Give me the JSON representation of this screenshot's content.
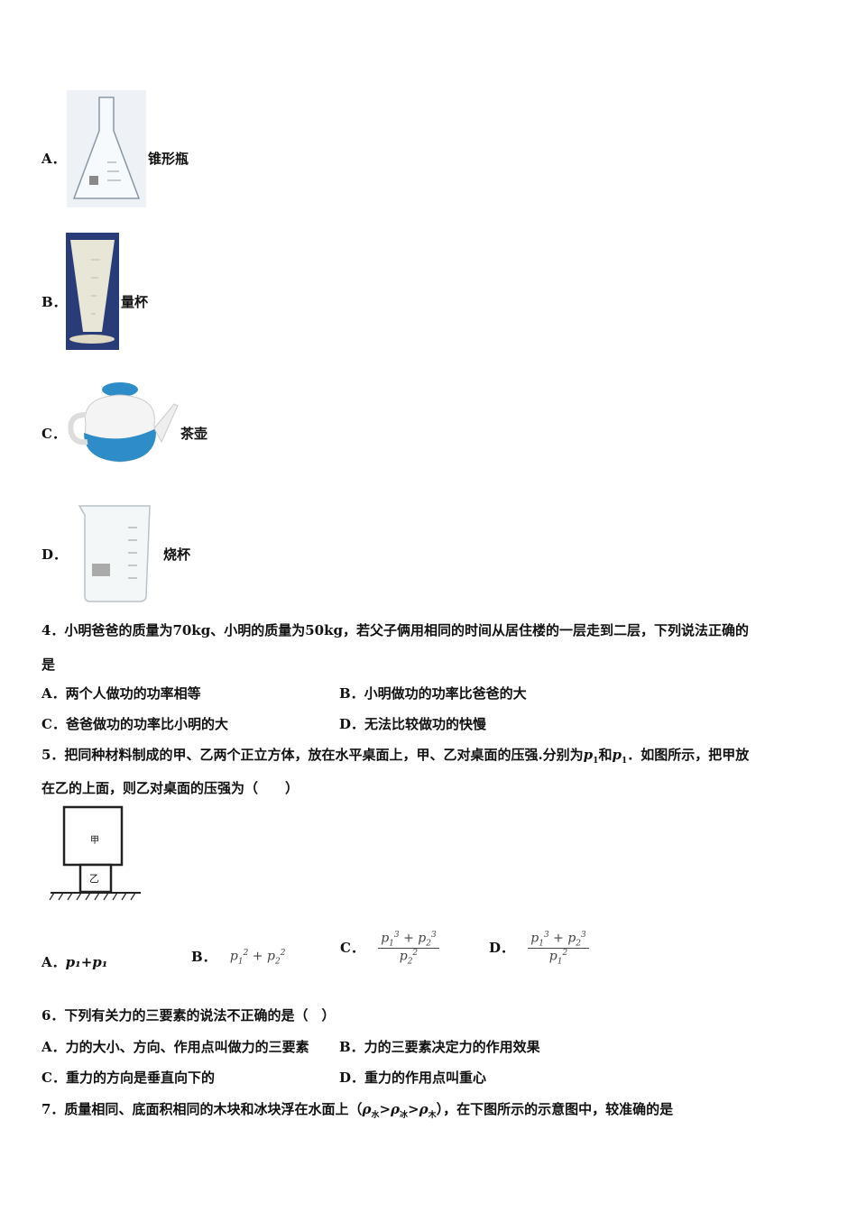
{
  "q3_options": [
    {
      "letter": "A．",
      "label": "锥形瓶",
      "image": "erlenmeyer-flask"
    },
    {
      "letter": "B．",
      "label": "量杯",
      "image": "measuring-cup"
    },
    {
      "letter": "C．",
      "label": "茶壶",
      "image": "teapot"
    },
    {
      "letter": "D．",
      "label": "烧杯",
      "image": "beaker"
    }
  ],
  "q4": {
    "stem_line1": "4．小明爸爸的质量为70kg、小明的质量为50kg，若父子俩用相同的时间从居住楼的一层走到二层，下列说法正确的",
    "stem_line2": "是",
    "options": [
      "A．两个人做功的功率相等",
      "B．小明做功的功率比爸爸的大",
      "C．爸爸做功的功率比小明的大",
      "D．无法比较做功的快慢"
    ]
  },
  "q5": {
    "stem_line1": "5．把同种材料制成的甲、乙两个正立方体，放在水平桌面上，甲、乙对桌面的压强.分别为",
    "p1": "p",
    "sub1": "1",
    "and": "和",
    "stem_line1_end": "．如图所示，把甲放",
    "stem_line2": "在乙的上面，则乙对桌面的压强为（　　）",
    "figure": {
      "top_label": "甲",
      "bottom_label": "乙"
    },
    "options": {
      "A": "A．",
      "A_expr": "p₁+p₁",
      "B": "B．",
      "C": "C．",
      "D": "D．"
    }
  },
  "q6": {
    "stem": "6．下列有关力的三要素的说法不正确的是（　）",
    "options": [
      "A．力的大小、方向、作用点叫做力的三要素",
      "B．力的三要素决定力的作用效果",
      "C．重力的方向是垂直向下的",
      "D．重力的作用点叫重心"
    ]
  },
  "q7": {
    "stem_start": "7．质量相同、底面积相同的木块和冰块浮在水面上（",
    "rho": "ρ",
    "s1": "水",
    "s2": "冰",
    "s3": "木",
    "gt": ">",
    "stem_end": "），在下图所示的示意图中，较准确的是"
  }
}
